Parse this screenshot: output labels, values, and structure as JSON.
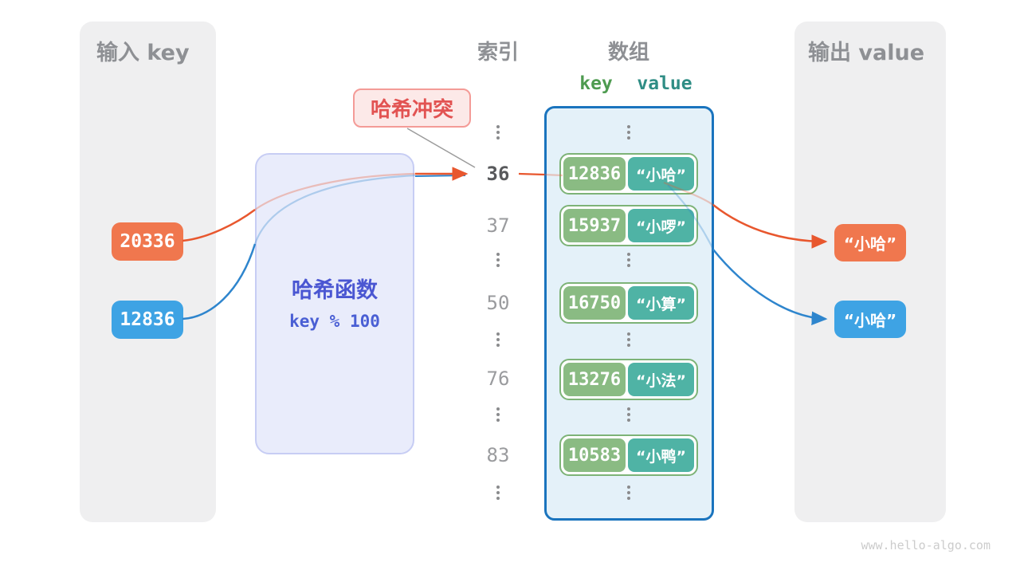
{
  "annotation": {
    "label": "哈希冲突"
  },
  "input_panel": {
    "title": "输入 key",
    "keys": [
      {
        "value": "20336",
        "color": "orange"
      },
      {
        "value": "12836",
        "color": "blue"
      }
    ]
  },
  "hash_function": {
    "title": "哈希函数",
    "formula": "key % 100"
  },
  "index_column": {
    "header": "索引",
    "indices": [
      {
        "label": "36",
        "highlight": true
      },
      {
        "label": "37",
        "highlight": false
      },
      {
        "label": "50",
        "highlight": false
      },
      {
        "label": "76",
        "highlight": false
      },
      {
        "label": "83",
        "highlight": false
      }
    ]
  },
  "array_panel": {
    "header": "数组",
    "key_label": "key",
    "value_label": "value",
    "rows": [
      {
        "key": "12836",
        "value": "“小哈”"
      },
      {
        "key": "15937",
        "value": "“小啰”"
      },
      {
        "key": "16750",
        "value": "“小算”"
      },
      {
        "key": "13276",
        "value": "“小法”"
      },
      {
        "key": "10583",
        "value": "“小鸭”"
      }
    ]
  },
  "output_panel": {
    "title": "输出 value",
    "values": [
      {
        "value": "“小哈”",
        "color": "orange"
      },
      {
        "value": "“小哈”",
        "color": "blue"
      }
    ]
  },
  "footer": {
    "site": "www.hello-algo.com"
  },
  "colors": {
    "orange": "#f0774e",
    "blue": "#3ea3e4",
    "arrow_orange": "#e8572e",
    "arrow_blue": "#2e85cd",
    "key_green": "#8abb83",
    "value_teal": "#4fb3a5",
    "array_border": "#1a74be",
    "array_fill": "#e4f1f9",
    "hash_fill": "#e9ecfb",
    "hash_text": "#4a56d2",
    "collision_red": "#e25352",
    "panel_gray": "#efeff0",
    "text_gray": "#8e9094"
  }
}
